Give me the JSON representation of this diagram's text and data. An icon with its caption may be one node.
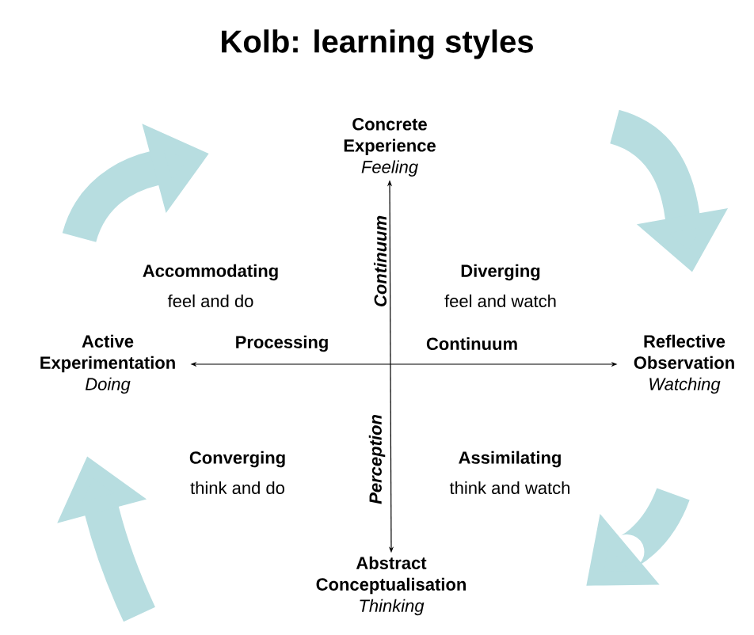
{
  "diagram": {
    "title": "Kolb: learning styles",
    "nodes": [
      {
        "text": [
          "Concrete Experience",
          "Feeling"
        ]
      },
      {
        "text": [
          "Reflective Observation",
          "Watching"
        ]
      },
      {
        "text": [
          "Abstract Conceptualisation",
          "Thinking"
        ]
      },
      {
        "text": [
          "Active Experimentation",
          "Doing"
        ]
      }
    ],
    "edges": [
      {
        "from": 2,
        "to": 0,
        "arrow": "both"
      },
      {
        "from": 3,
        "to": 1,
        "arrow": "both"
      }
    ],
    "labels": [
      "Accommodating",
      "feel and do",
      "Continuum",
      "Diverging",
      "feel and watch",
      "Processing",
      "Continuum",
      "Perception",
      "Converging",
      "think and do",
      "Assimilating",
      "think and watch"
    ]
  }
}
